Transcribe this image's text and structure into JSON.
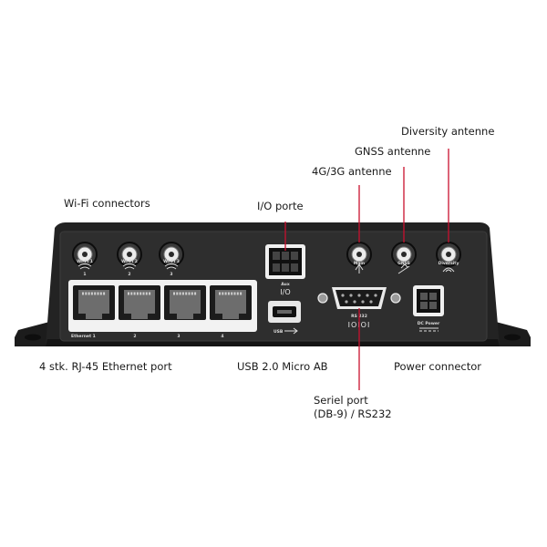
{
  "labels": {
    "diversity_antenna": "Diversity antenne",
    "gnss_antenna": "GNSS antenne",
    "cellular_antenna": "4G/3G antenne",
    "wifi_connectors": "Wi-Fi connectors",
    "io_port": "I/O porte",
    "ethernet_ports": "4 stk. RJ-45 Ethernet port",
    "usb_port": "USB 2.0 Micro AB",
    "power_connector": "Power connector",
    "serial_port_line1": "Seriel port",
    "serial_port_line2": "(DB-9) / RS232"
  },
  "device_markings": {
    "wifi_1": "Wi-Fi 1",
    "wifi_2": "Wi-Fi 2",
    "wifi_3": "Wi-Fi 3",
    "aux": "Aux",
    "io": "I/O",
    "rs232": "RS 232",
    "ioi": "IOIOI",
    "usb": "USB",
    "dc_power": "DC Power",
    "ethernet_1": "Ethernet 1",
    "eth_2": "2",
    "eth_3": "3",
    "eth_4": "4",
    "main_ant": "Main",
    "gnss_ant": "GNSS",
    "diversity_ant": "Diversity"
  },
  "colors": {
    "callout_line": "#c8102e",
    "device_body": "#232323",
    "panel": "#2e2e2e"
  }
}
